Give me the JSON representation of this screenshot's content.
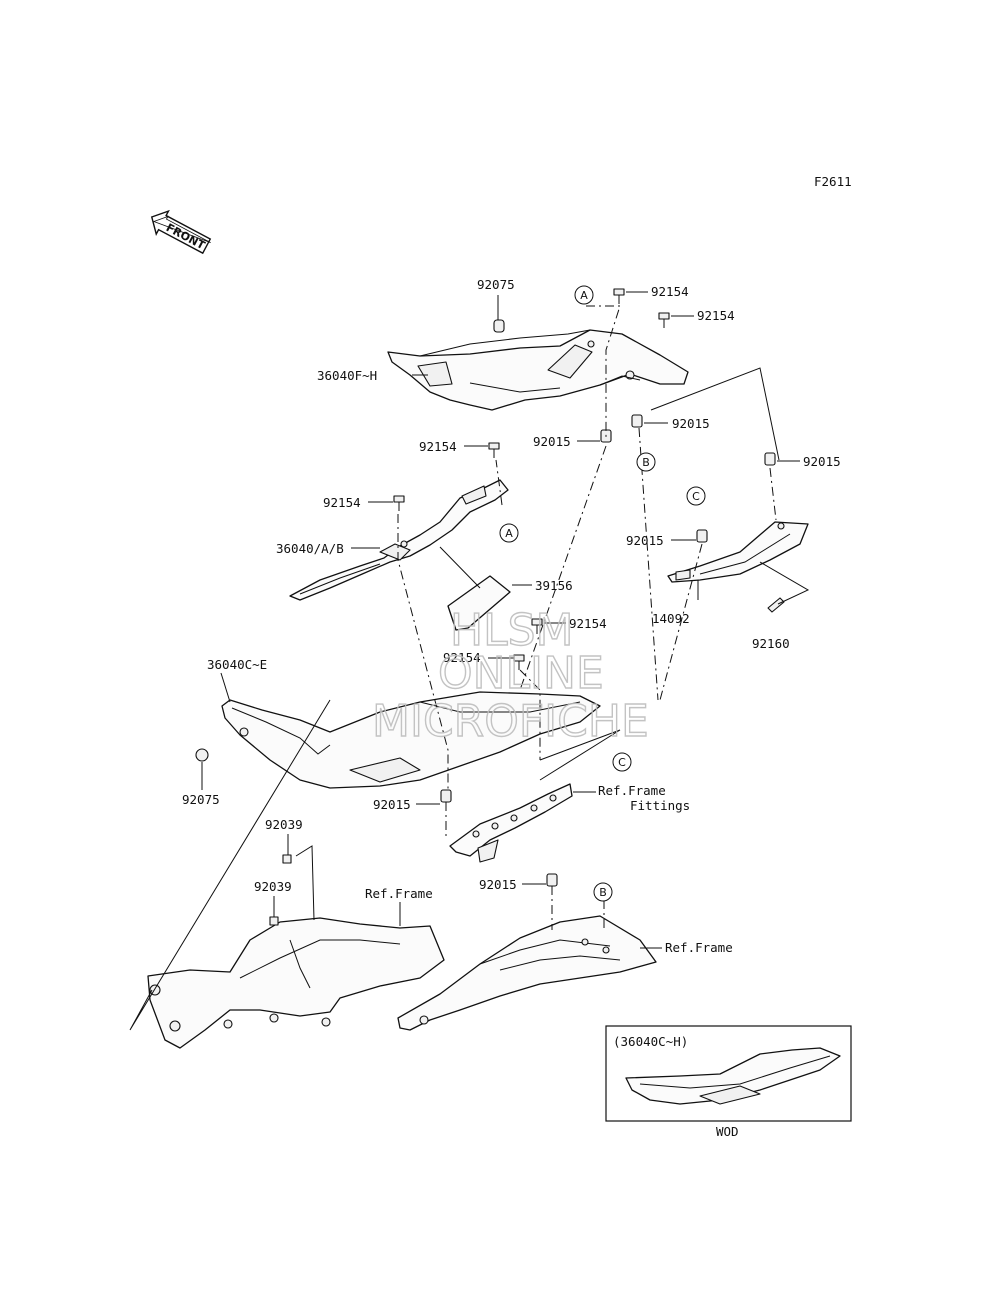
{
  "figure_code": "F2611",
  "front_arrow": "FRONT",
  "parts": {
    "p92075_top": "92075",
    "p36040FH": "36040F~H",
    "p92154_a": "92154",
    "p92154_b": "92154",
    "p92015_a": "92015",
    "p92015_b": "92015",
    "p92015_c": "92015",
    "p92154_c": "92154",
    "p92154_d": "92154",
    "p36040AB": "36040/A/B",
    "p92015_d": "92015",
    "p14092": "14092",
    "p92160": "92160",
    "p39156": "39156",
    "p92154_e": "92154",
    "p92154_f": "92154",
    "p36040CE": "36040C~E",
    "p92075_bottom": "92075",
    "p92015_e": "92015",
    "p92039_a": "92039",
    "p92039_b": "92039",
    "p92015_f": "92015"
  },
  "refs": {
    "frame_fittings_1": "Ref.Frame",
    "frame_fittings_2": "Fittings",
    "frame_left": "Ref.Frame",
    "frame_right": "Ref.Frame"
  },
  "circles": {
    "A1": "A",
    "A2": "A",
    "B1": "B",
    "B2": "B",
    "C1": "C",
    "C2": "C"
  },
  "inset": {
    "label": "(36040C~H)",
    "caption": "WOD"
  },
  "watermark": {
    "line1": "HLSM",
    "line2": "ONLINE",
    "line3": "MICROFICHE"
  }
}
